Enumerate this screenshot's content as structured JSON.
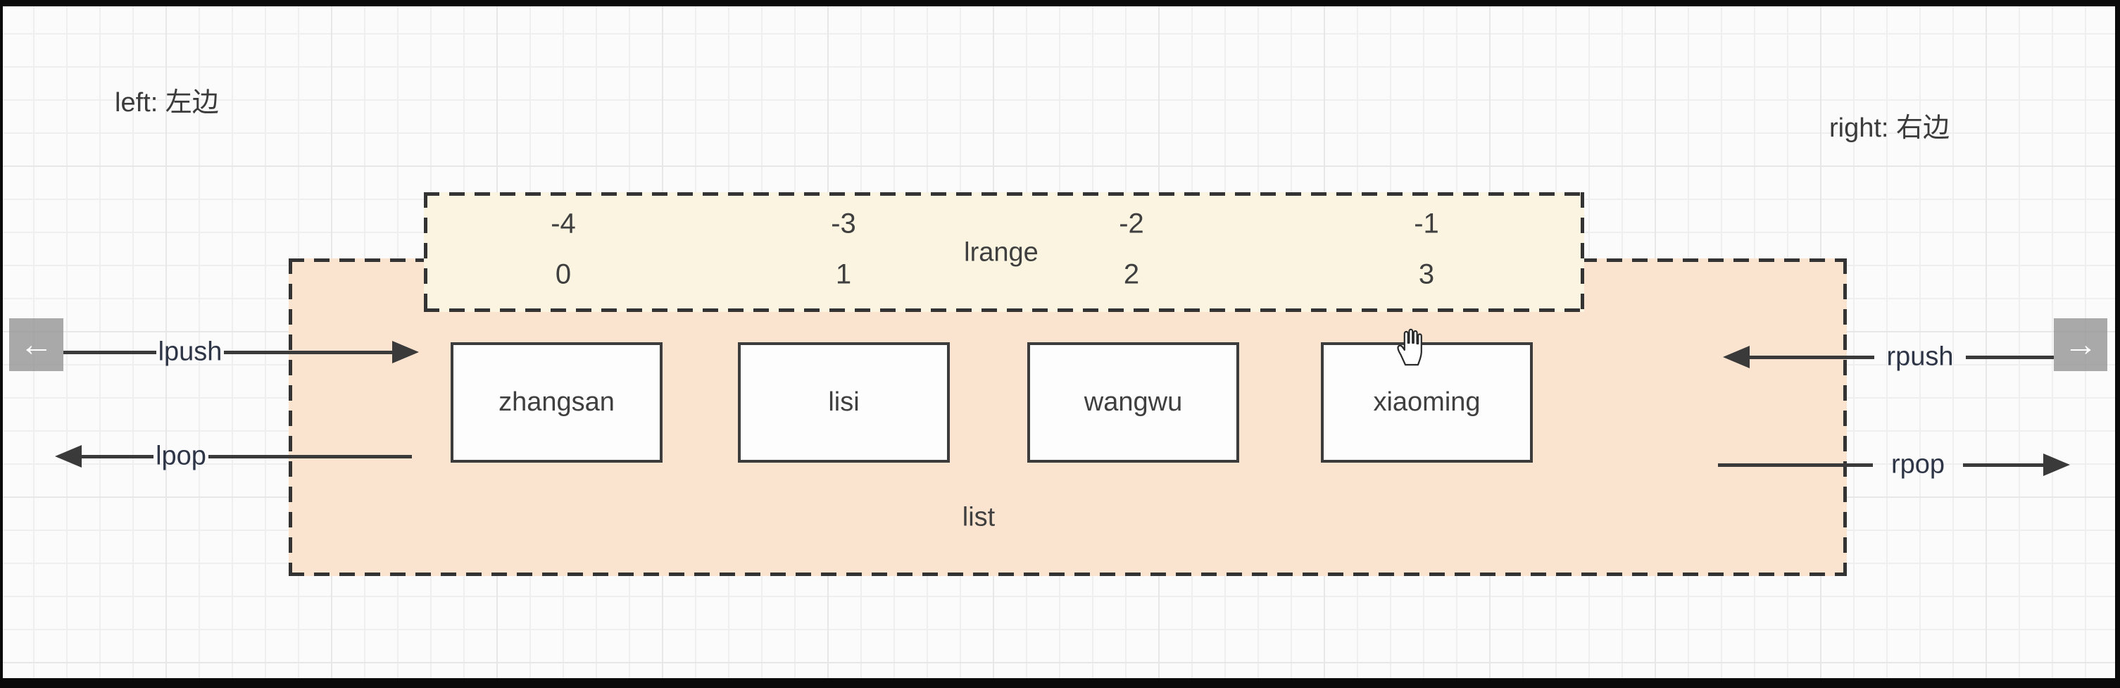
{
  "diagram": {
    "notes": {
      "left": "left: 左边",
      "right": "right: 右边"
    },
    "range_box": {
      "label": "lrange",
      "negative_indices": [
        "-4",
        "-3",
        "-2",
        "-1"
      ],
      "positive_indices": [
        "0",
        "1",
        "2",
        "3"
      ]
    },
    "list_box": {
      "label": "list",
      "items": [
        "zhangsan",
        "lisi",
        "wangwu",
        "xiaoming"
      ]
    },
    "operations": {
      "lpush": "lpush",
      "lpop": "lpop",
      "rpush": "rpush",
      "rpop": "rpop"
    },
    "nav": {
      "back_arrow": "←",
      "forward_arrow": "→"
    },
    "colors": {
      "list_fill": "#fae4d0",
      "range_fill": "#faf4e1",
      "dashed_border": "#333333",
      "box_border": "#3c3c3c",
      "text": "#3f3f3f",
      "operation_text": "#2d3547",
      "nav_button_bg": "#969696",
      "letterbox": "#0a0a0a"
    }
  }
}
